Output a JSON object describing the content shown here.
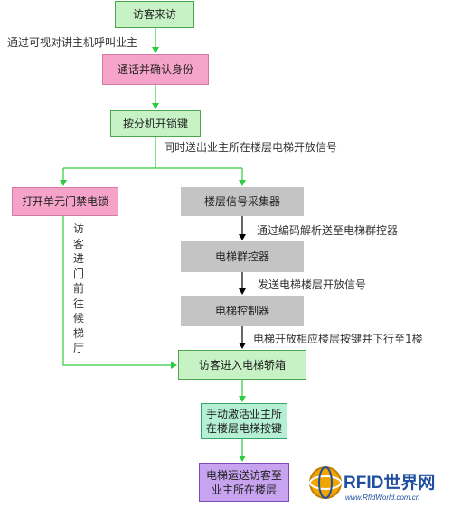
{
  "nodes": {
    "visitor": "访客来访",
    "confirm": "通话并确认身份",
    "unlock_key": "按分机开锁键",
    "open_door": "打开单元门禁电锁",
    "floor_collector": "楼层信号采集器",
    "group_controller": "电梯群控器",
    "elevator_controller": "电梯控制器",
    "enter_car": "访客进入电梯轿箱",
    "activate_btn": "手动激活业主所在楼层电梯按键",
    "deliver": "电梯运送访客至业主所在楼层"
  },
  "edge_labels": {
    "call_owner": "通过可视对讲主机呼叫业主",
    "send_signal": "同时送出业主所在楼层电梯开放信号",
    "decode": "通过编码解析送至电梯群控器",
    "send_floor": "发送电梯楼层开放信号",
    "open_button": "电梯开放相应楼层按键并下行至1楼",
    "walk": "访客进门前往候梯厅"
  },
  "colors": {
    "green_arrow": "#2ecc40",
    "black_arrow": "#000000"
  },
  "logo": {
    "text": "RFID世界网",
    "url": "www.RfidWorld.com.cn"
  }
}
